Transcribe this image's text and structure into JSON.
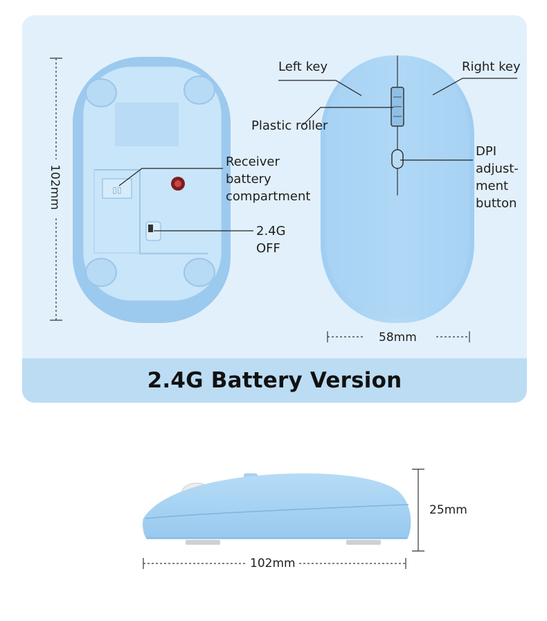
{
  "banner_title": "2.4G Battery Version",
  "labels": {
    "left_key": "Left key",
    "right_key": "Right key",
    "plastic_roller": "Plastic roller",
    "receiver_line1": "Receiver",
    "receiver_line2": "battery",
    "receiver_line3": "compartment",
    "switch_line1": "2.4G",
    "switch_line2": "OFF",
    "dpi_line1": "DPI",
    "dpi_line2": "adjust-",
    "dpi_line3": "ment",
    "dpi_line4": "button"
  },
  "dimensions": {
    "length_top": "102mm",
    "width_top": "58mm",
    "height_side": "25mm",
    "length_side": "102mm"
  },
  "colors": {
    "panel_bg": "#e2f0fb",
    "banner_bg": "#bcdcf4",
    "mouse_body": "#a9d3f5",
    "mouse_shell": "#bfe0f8"
  }
}
